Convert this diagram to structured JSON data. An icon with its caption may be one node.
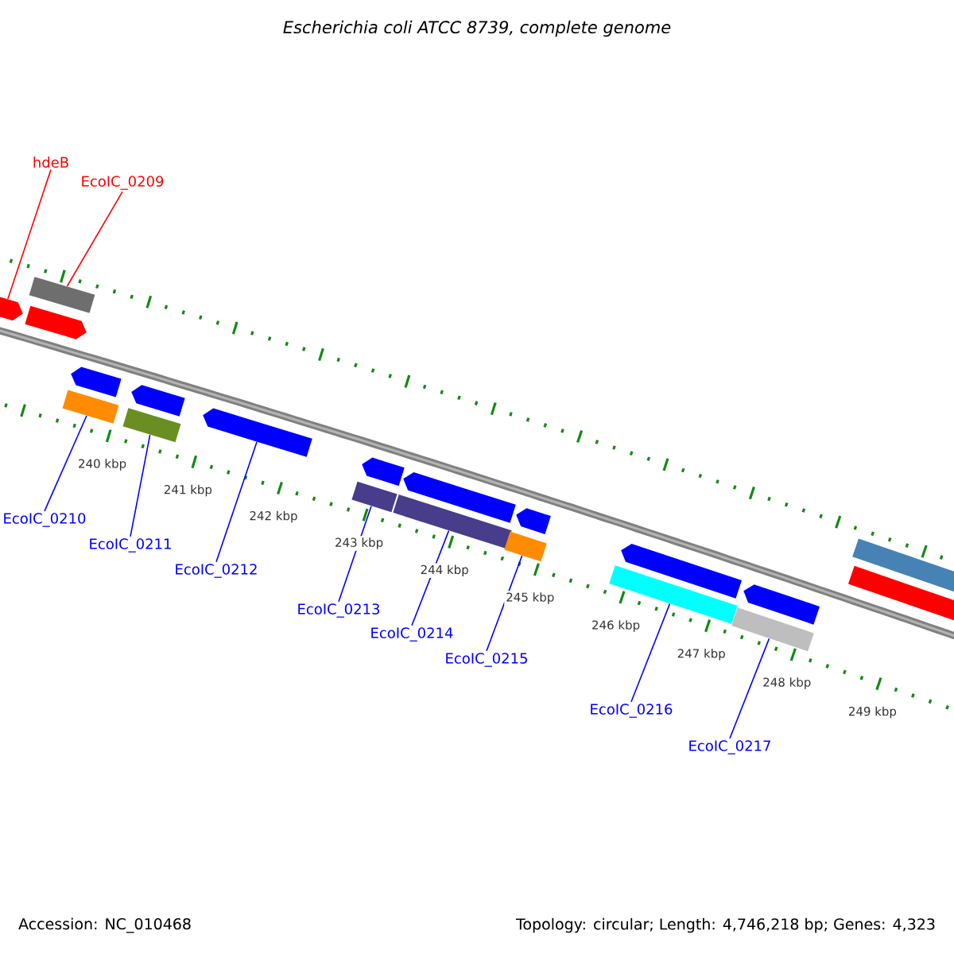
{
  "diagram": {
    "title": "Escherichia coli ATCC 8739, complete genome",
    "nodes": [
      {
        "text": [
          "hdeB"
        ]
      },
      {
        "text": [
          "EcoIC_0209"
        ]
      },
      {
        "text": [
          "EcoIC_0210"
        ]
      },
      {
        "text": [
          "EcoIC_0211"
        ]
      },
      {
        "text": [
          "EcoIC_0212"
        ]
      },
      {
        "text": [
          "EcoIC_0213"
        ]
      },
      {
        "text": [
          "EcoIC_0214"
        ]
      },
      {
        "text": [
          "EcoIC_0215"
        ]
      },
      {
        "text": [
          "EcoIC_0216"
        ]
      },
      {
        "text": [
          "EcoIC_0217"
        ]
      },
      {
        "text": [],
        "shape": "arrow"
      },
      {
        "text": [],
        "shape": "arrow"
      },
      {
        "text": [],
        "shape": "box"
      },
      {
        "text": [],
        "shape": "box"
      },
      {
        "text": [],
        "shape": "arrow"
      },
      {
        "text": [],
        "shape": "box"
      },
      {
        "text": [],
        "shape": "arrow"
      },
      {
        "text": [],
        "shape": "arrow"
      },
      {
        "text": [],
        "shape": "box"
      },
      {
        "text": [],
        "shape": "arrow"
      },
      {
        "text": [],
        "shape": "box"
      },
      {
        "text": [],
        "shape": "arrow"
      },
      {
        "text": [],
        "shape": "box"
      },
      {
        "text": [],
        "shape": "arrow"
      },
      {
        "text": [],
        "shape": "box"
      },
      {
        "text": [],
        "shape": "arrow"
      },
      {
        "text": [],
        "shape": "box"
      },
      {
        "text": [],
        "shape": "arrow"
      },
      {
        "text": [],
        "shape": "arrow"
      },
      {
        "text": [],
        "shape": "box"
      }
    ],
    "edges": [
      {
        "from": 0,
        "to": 10,
        "arrow": "none",
        "color": "#ff0000"
      },
      {
        "from": 1,
        "to": 12,
        "arrow": "none",
        "color": "#ff0000"
      },
      {
        "from": 2,
        "to": 13,
        "arrow": "none"
      },
      {
        "from": 3,
        "to": 15,
        "arrow": "none"
      },
      {
        "from": 4,
        "to": 17,
        "arrow": "none"
      },
      {
        "from": 5,
        "to": 18,
        "arrow": "none"
      },
      {
        "from": 6,
        "to": 20,
        "arrow": "none"
      },
      {
        "from": 7,
        "to": 22,
        "arrow": "none"
      },
      {
        "from": 8,
        "to": 24,
        "arrow": "none"
      },
      {
        "from": 9,
        "to": 26,
        "arrow": "none"
      }
    ],
    "labels": [
      "240 kbp",
      "241 kbp",
      "242 kbp",
      "243 kbp",
      "244 kbp",
      "245 kbp",
      "246 kbp",
      "247 kbp",
      "248 kbp",
      "249 kbp",
      "Accession: NC_010468",
      "Topology: circular; Length: 4,746,218 bp; Genes: 4,323"
    ]
  }
}
